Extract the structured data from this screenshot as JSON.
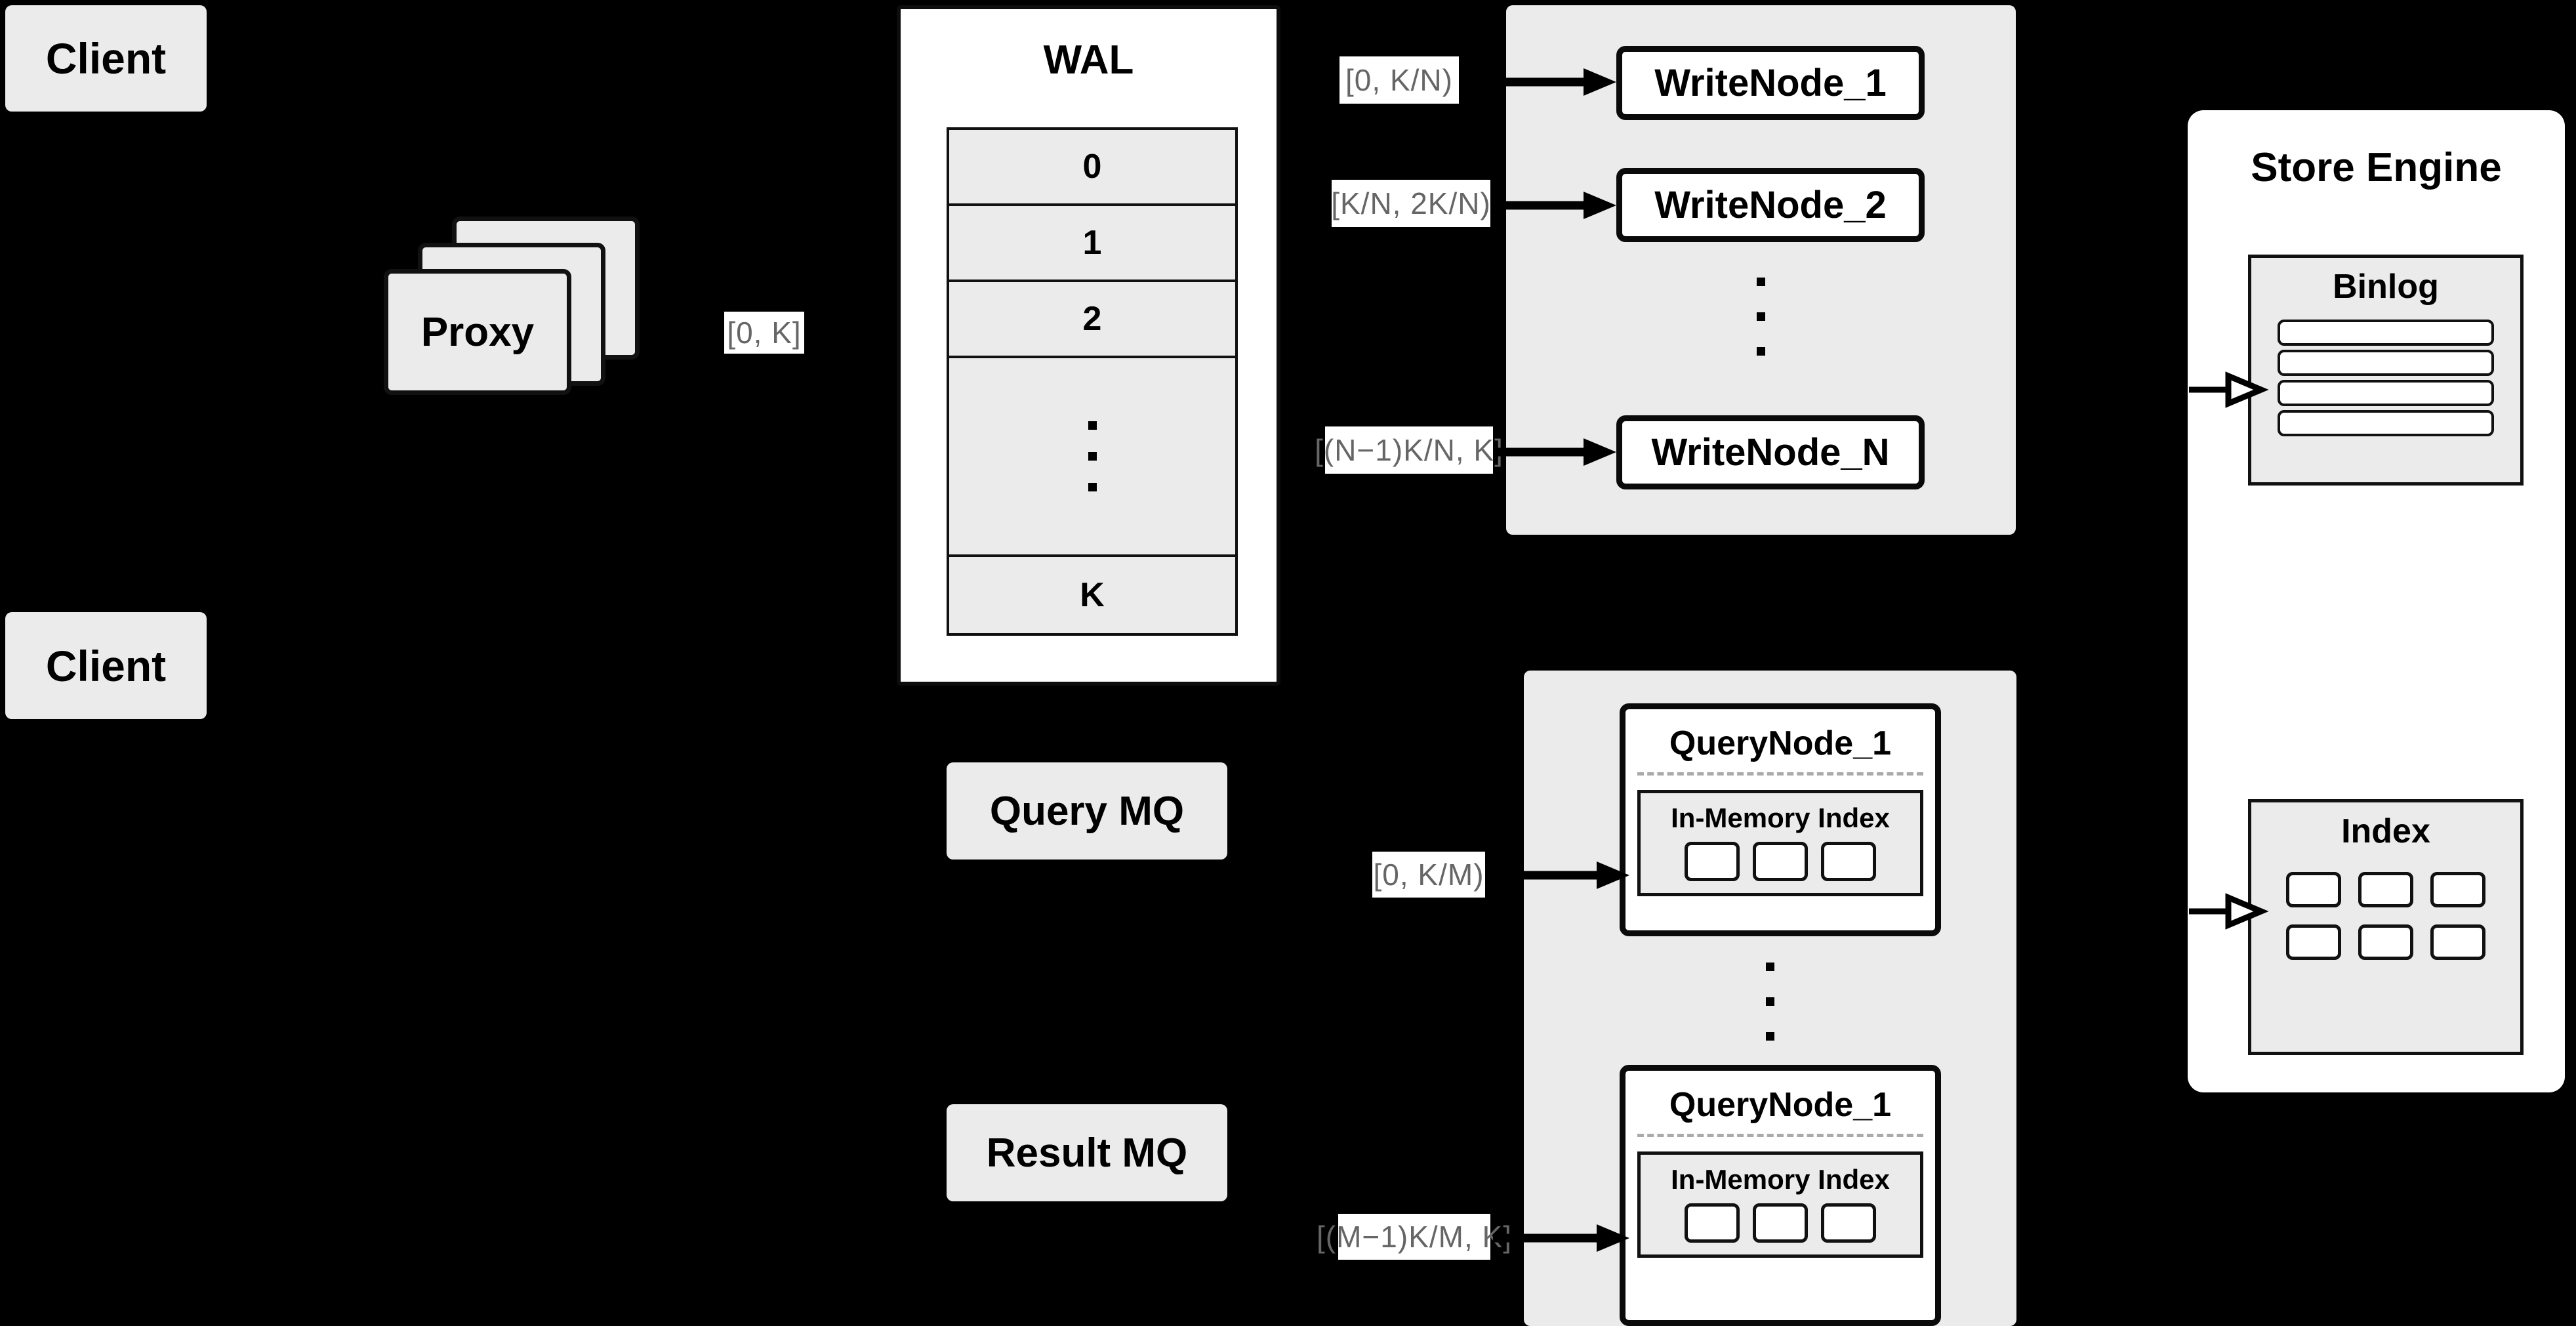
{
  "diagram": {
    "title": "Distributed write/query architecture",
    "background_color": "#000000",
    "card_color": "#ebebeb",
    "panel_color": "#ffffff",
    "label_text_color": "#666666"
  },
  "clients": [
    {
      "label": "Client"
    },
    {
      "label": "Client"
    }
  ],
  "proxy": {
    "label": "Proxy",
    "stack_count": 3
  },
  "range_labels": {
    "proxy_to_wal": "[0, K]",
    "write_node_1": "[0,  K/N)",
    "write_node_2": "[K/N, 2K/N)",
    "write_node_n": "[(N−1)K/N,  K]",
    "query_node_1": "[0, K/M)",
    "query_node_m": "[(M−1)K/M, K]"
  },
  "wal": {
    "title": "WAL",
    "rows": [
      "0",
      "1",
      "2",
      "⋮",
      "K"
    ],
    "dots_row_index": 3
  },
  "write_nodes": {
    "items": [
      {
        "label": "WriteNode_1"
      },
      {
        "label": "WriteNode_2"
      },
      {
        "label": "WriteNode_N"
      }
    ],
    "ellipsis": "⋮"
  },
  "message_queues": [
    {
      "label": "Query MQ"
    },
    {
      "label": "Result MQ"
    }
  ],
  "query_nodes": {
    "items": [
      {
        "label": "QueryNode_1",
        "index_title": "In-Memory Index",
        "cell_count": 3
      },
      {
        "label": "QueryNode_1",
        "index_title": "In-Memory Index",
        "cell_count": 3
      }
    ],
    "ellipsis": "⋮"
  },
  "store_engine": {
    "title": "Store Engine",
    "binlog": {
      "title": "Binlog",
      "row_count": 4
    },
    "index": {
      "title": "Index",
      "cell_count": 6,
      "columns": 3,
      "rows": 2
    }
  }
}
